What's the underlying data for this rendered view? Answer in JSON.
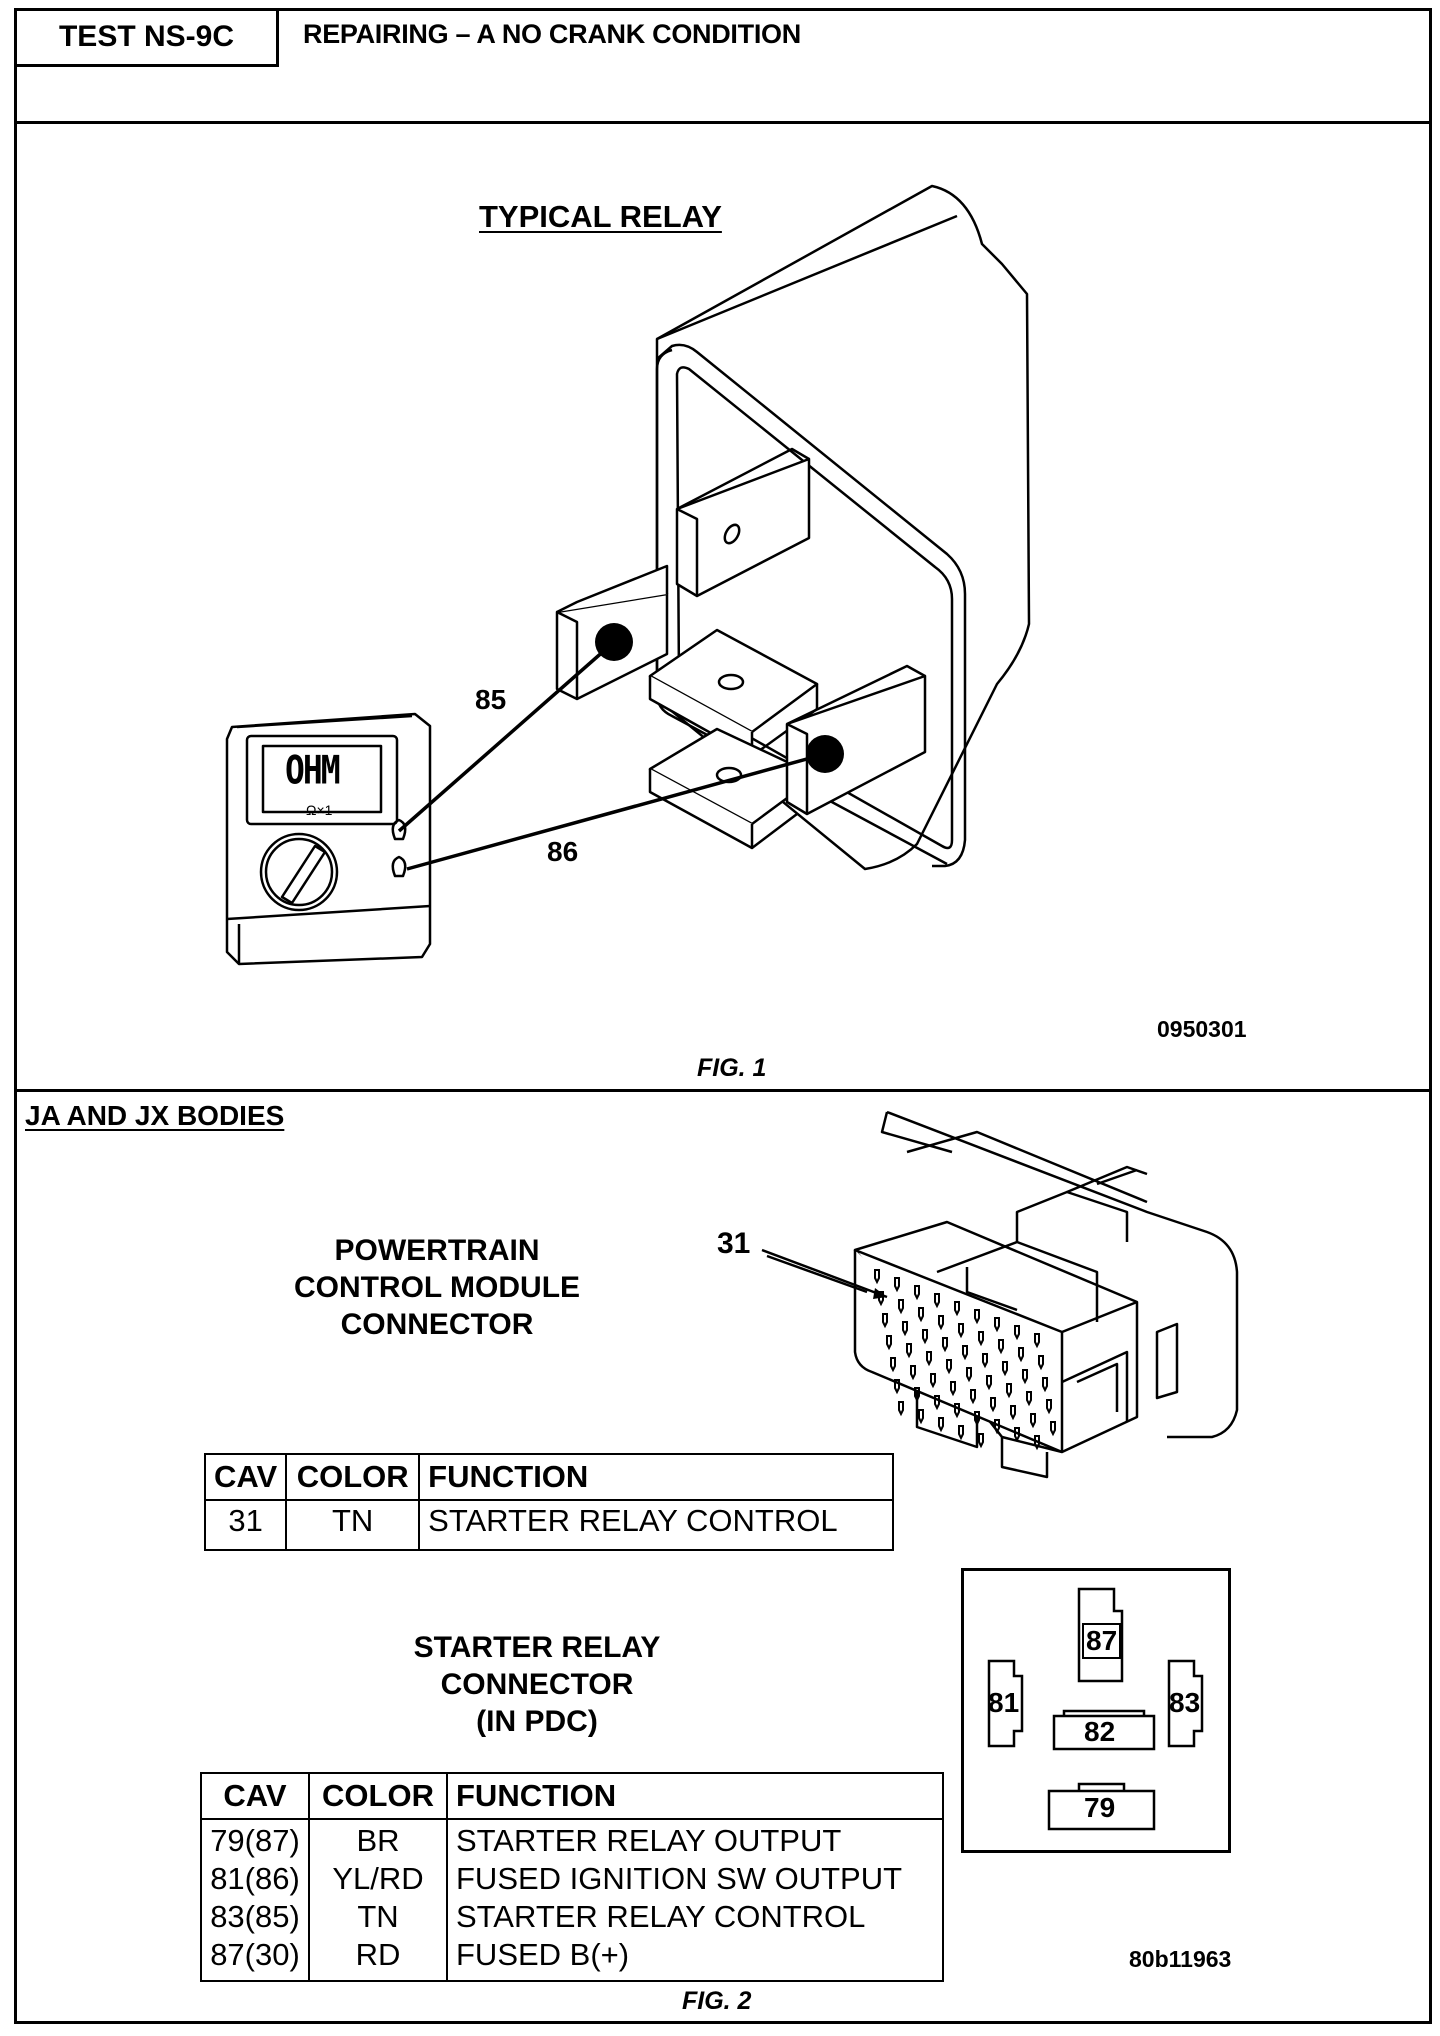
{
  "header": {
    "test_id": "TEST NS-9C",
    "title": "REPAIRING – A NO CRANK CONDITION"
  },
  "fig1": {
    "title": "TYPICAL RELAY",
    "meter_display": "OHM",
    "meter_range": "Ω×1",
    "terminal_a": "85",
    "terminal_b": "86",
    "image_code": "0950301",
    "caption": "FIG. 1"
  },
  "fig2": {
    "section_title": "JA AND JX BODIES",
    "pcm_title": [
      "POWERTRAIN",
      "CONTROL MODULE",
      "CONNECTOR"
    ],
    "pcm_callout": "31",
    "pcm_table": {
      "headers": [
        "CAV",
        "COLOR",
        "FUNCTION"
      ],
      "rows": [
        [
          "31",
          "TN",
          "STARTER RELAY CONTROL"
        ]
      ]
    },
    "relay_title": [
      "STARTER RELAY",
      "CONNECTOR",
      "(IN PDC)"
    ],
    "relay_table": {
      "headers": [
        "CAV",
        "COLOR",
        "FUNCTION"
      ],
      "cav": [
        "79(87)",
        "81(86)",
        "83(85)",
        "87(30)"
      ],
      "color": [
        "BR",
        "YL/RD",
        "TN",
        "RD"
      ],
      "function": [
        "STARTER RELAY OUTPUT",
        "FUSED IGNITION SW OUTPUT",
        "STARTER RELAY CONTROL",
        "FUSED B(+)"
      ]
    },
    "pdc_cavities": [
      "87",
      "81",
      "82",
      "83",
      "79"
    ],
    "image_code": "80b11963",
    "caption": "FIG. 2"
  }
}
